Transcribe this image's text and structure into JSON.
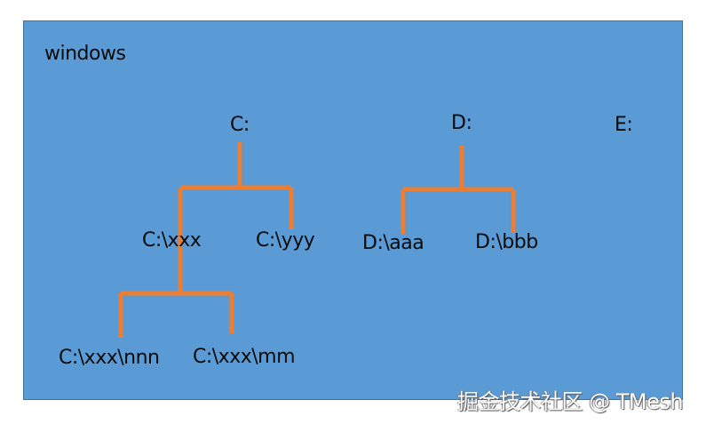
{
  "diagram": {
    "title": "windows",
    "background_color": "#5b9bd5",
    "connector_color": "#ed7d31",
    "nodes": {
      "c_root": "C:",
      "d_root": "D:",
      "e_root": "E:",
      "c_xxx": "C:\\xxx",
      "c_yyy": "C:\\yyy",
      "c_xxx_nnn": "C:\\xxx\\nnn",
      "c_xxx_mm": "C:\\xxx\\mm",
      "d_aaa": "D:\\aaa",
      "d_bbb": "D:\\bbb"
    },
    "edges": [
      {
        "from": "C:",
        "to": "C:\\xxx"
      },
      {
        "from": "C:",
        "to": "C:\\yyy"
      },
      {
        "from": "C:\\xxx",
        "to": "C:\\xxx\\nnn"
      },
      {
        "from": "C:\\xxx",
        "to": "C:\\xxx\\mm"
      },
      {
        "from": "D:",
        "to": "D:\\aaa"
      },
      {
        "from": "D:",
        "to": "D:\\bbb"
      }
    ]
  },
  "watermark": "掘金技术社区 @ TMesh"
}
